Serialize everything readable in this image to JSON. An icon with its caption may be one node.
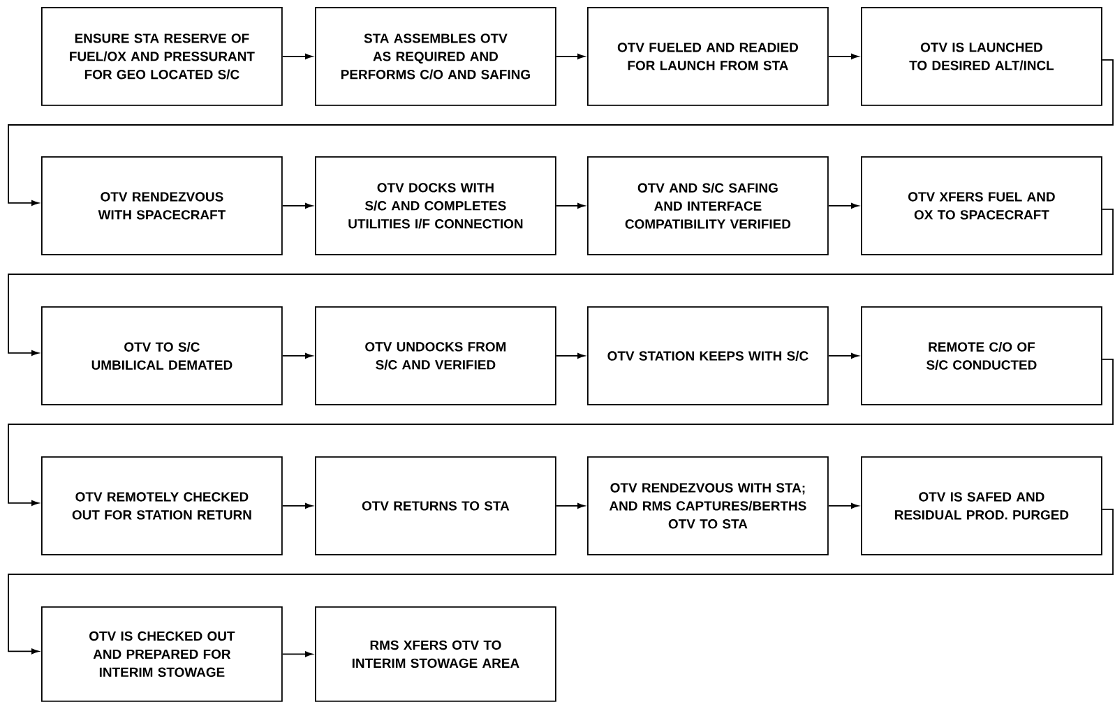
{
  "diagram": {
    "nodes": [
      {
        "text": [
          "ENSURE STA RESERVE OF FUEL/OX AND PRESSURANT FOR GEO LOCATED S/C"
        ]
      },
      {
        "text": [
          "STA ASSEMBLES OTV AS REQUIRED AND PERFORMS C/O AND SAFING"
        ]
      },
      {
        "text": [
          "OTV FUELED AND READIED FOR LAUNCH FROM STA"
        ]
      },
      {
        "text": [
          "OTV IS LAUNCHED TO DESIRED ALT/INCL"
        ]
      },
      {
        "text": [
          "OTV RENDEZVOUS WITH SPACECRAFT"
        ]
      },
      {
        "text": [
          "OTV DOCKS WITH S/C AND COMPLETES UTILITIES I/F CONNECTION"
        ]
      },
      {
        "text": [
          "OTV AND S/C SAFING AND INTERFACE COMPATIBILITY VERIFIED"
        ]
      },
      {
        "text": [
          "OTV XFERS FUEL AND OX TO SPACECRAFT"
        ]
      },
      {
        "text": [
          "OTV TO S/C UMBILICAL DEMATED"
        ]
      },
      {
        "text": [
          "OTV UNDOCKS FROM S/C AND VERIFIED"
        ]
      },
      {
        "text": [
          "OTV STATION KEEPS WITH S/C"
        ]
      },
      {
        "text": [
          "REMOTE C/O OF S/C CONDUCTED"
        ]
      },
      {
        "text": [
          "OTV REMOTELY CHECKED OUT FOR STATION RETURN"
        ]
      },
      {
        "text": [
          "OTV RETURNS TO STA"
        ]
      },
      {
        "text": [
          "OTV RENDEZVOUS WITH STA; AND RMS CAPTURES/BERTHS OTV TO STA"
        ]
      },
      {
        "text": [
          "OTV IS SAFED AND RESIDUAL PROD. PURGED"
        ]
      },
      {
        "text": [
          "OTV IS CHECKED OUT AND PREPARED FOR INTERIM STOWAGE"
        ]
      },
      {
        "text": [
          "RMS XFERS OTV TO INTERIM STOWAGE AREA"
        ]
      }
    ],
    "edges": [
      {
        "from": 0,
        "to": 1,
        "arrow": "to"
      },
      {
        "from": 1,
        "to": 2,
        "arrow": "to"
      },
      {
        "from": 2,
        "to": 3,
        "arrow": "to"
      },
      {
        "from": 3,
        "to": 4,
        "arrow": "to"
      },
      {
        "from": 4,
        "to": 5,
        "arrow": "to"
      },
      {
        "from": 5,
        "to": 6,
        "arrow": "to"
      },
      {
        "from": 6,
        "to": 7,
        "arrow": "to"
      },
      {
        "from": 7,
        "to": 8,
        "arrow": "to"
      },
      {
        "from": 8,
        "to": 9,
        "arrow": "to"
      },
      {
        "from": 9,
        "to": 10,
        "arrow": "to"
      },
      {
        "from": 10,
        "to": 11,
        "arrow": "to"
      },
      {
        "from": 11,
        "to": 12,
        "arrow": "to"
      },
      {
        "from": 12,
        "to": 13,
        "arrow": "to"
      },
      {
        "from": 13,
        "to": 14,
        "arrow": "to"
      },
      {
        "from": 14,
        "to": 15,
        "arrow": "to"
      },
      {
        "from": 15,
        "to": 16,
        "arrow": "to"
      },
      {
        "from": 16,
        "to": 17,
        "arrow": "to"
      }
    ]
  }
}
